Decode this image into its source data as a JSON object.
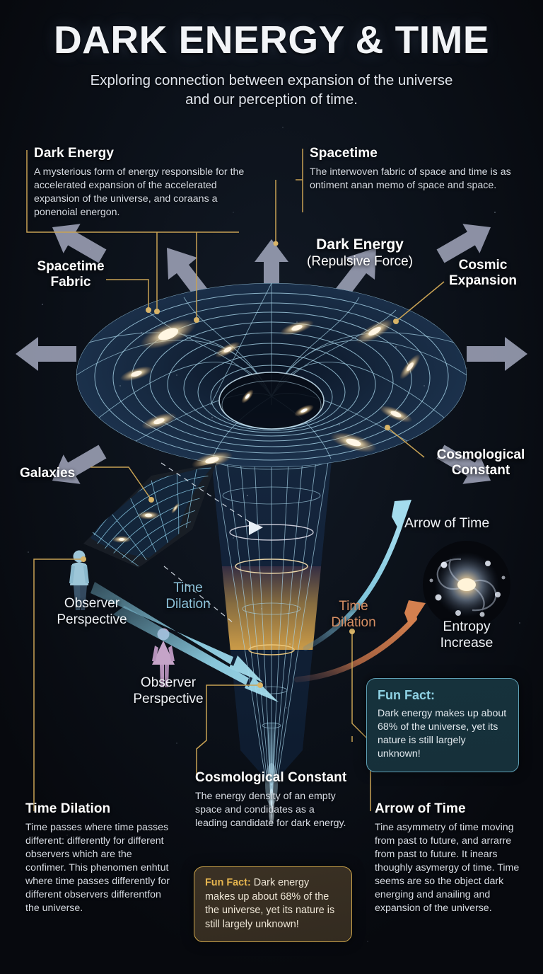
{
  "header": {
    "title": "DARK ENERGY & TIME",
    "subtitle_line1": "Exploring connection between expansion of the universe",
    "subtitle_line2": "and our perception of time."
  },
  "colors": {
    "background": "#080b10",
    "connector_gold": "#c8a254",
    "accent_blue": "#8fd2e4",
    "accent_gold": "#e7b64f",
    "arrow_gray": "#a9aec4",
    "time_arrow_blue": "#7fc4dc",
    "time_arrow_orange": "#c9703f",
    "grid_line": "#a9d6ea"
  },
  "blocks": {
    "dark_energy": {
      "heading": "Dark Energy",
      "body": "A mysterious form of energy responsible for the accelerated expansion of the accelerated expansion of the universe, and coraans a ponenoial energon."
    },
    "spacetime": {
      "heading": "Spacetime",
      "body": "The interwoven fabric of space and time is as ontiment anan memo of space and space."
    },
    "time_dilation": {
      "heading": "Time Dilation",
      "body": "Time passes where time passes different: differently for different observers which are the confimer. This phenomen enhtut where time passes differently for different observers differentfon the universe."
    },
    "cosmological_constant": {
      "heading": "Cosmological Constant",
      "body": "The energy density of an empty space and condidates as a leading candidate for dark energy."
    },
    "arrow_of_time": {
      "heading": "Arrow of Time",
      "body": "Tine asymmetry of time moving from past to future, and arrarre from past to future. It inears thoughly asymergy of time. Time seems are so the object dark energing and anailing and expansion of the universe."
    }
  },
  "diagram_labels": {
    "dark_energy_main": "Dark Energy",
    "dark_energy_sub": "(Repulsive Force)",
    "spacetime_fabric_l1": "Spacetime",
    "spacetime_fabric_l2": "Fabric",
    "cosmic_expansion_l1": "Cosmic",
    "cosmic_expansion_l2": "Expansion",
    "galaxies": "Galaxies",
    "cosmological_constant_l1": "Cosmological",
    "cosmological_constant_l2": "Constant",
    "observer_perspective_1_l1": "Observer",
    "observer_perspective_1_l2": "Perspective",
    "observer_perspective_2_l1": "Observer",
    "observer_perspective_2_l2": "Perspective",
    "time_dilation_blue_l1": "Time",
    "time_dilation_blue_l2": "Dilation",
    "time_dilation_orange_l1": "Time",
    "time_dilation_orange_l2": "Dilation",
    "arrow_of_time": "Arrow of Time",
    "entropy_increase_l1": "Entropy",
    "entropy_increase_l2": "Increase"
  },
  "fun_facts": {
    "blue": {
      "heading": "Fun Fact:",
      "body": "Dark energy makes up about 68% of the universe, yet its nature is still largely unknown!"
    },
    "gold": {
      "label": "Fun Fact:",
      "body": " Dark energy makes up about 68% of the the universe, yet its nature is still largely unknown!"
    }
  },
  "facts": {
    "dark_energy_percent": "68%"
  }
}
